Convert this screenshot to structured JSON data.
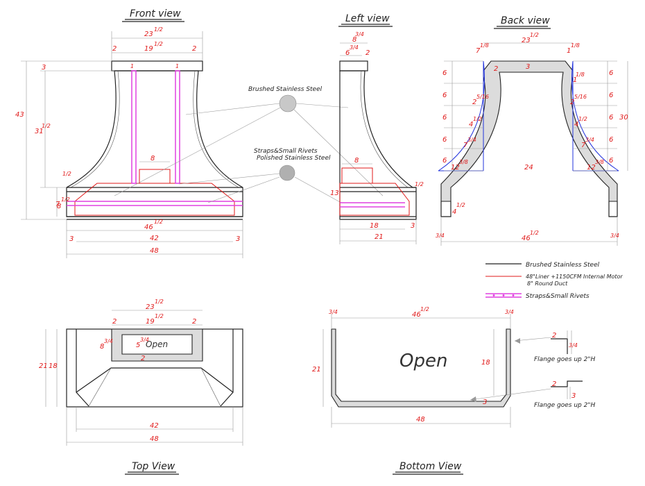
{
  "views": {
    "front": "Front view",
    "left": "Left view",
    "back": "Back view",
    "top": "Top View",
    "bottom": "Bottom View"
  },
  "callouts": {
    "brushed": "Brushed Stainless Steel",
    "straps_line1": "Straps&Small Rivets",
    "straps_line2": "Polished Stainless Steel",
    "flange1": "Flange goes up 2\"H",
    "flange2": "Flange goes up 2\"H"
  },
  "legend": {
    "black": "Brushed Stainless Steel",
    "red_line1": "48\"Liner +1150CFM Internal Motor",
    "red_line2": "8\" Round Duct",
    "magenta": "Straps&Small Rivets"
  },
  "openings": {
    "top": "Open",
    "bottom": "Open"
  },
  "dims": {
    "f_top_w": "23",
    "f_top_w_frac": "1/2",
    "f_neck_w": "19",
    "f_neck_w_frac": "1/2",
    "f_l2": "2",
    "f_r2": "2",
    "f_3": "3",
    "f_1a": "1",
    "f_1b": "1",
    "f_43": "43",
    "f_31": "31",
    "f_31_frac": "1/2",
    "f_8": "8",
    "f_half": "1/2",
    "f_8h": "8",
    "f_8h_frac": "1/2",
    "f_7": "7",
    "f_46": "46",
    "f_46_frac": "1/2",
    "f_3l": "3",
    "f_42": "42",
    "f_3r": "3",
    "f_48": "48",
    "l_8": "8",
    "l_8_frac": "3/4",
    "l_6": "6",
    "l_6_frac": "3/4",
    "l_2": "2",
    "l_8b": "8",
    "l_13": "13",
    "l_half": "1/2",
    "l_18": "18",
    "l_3": "3",
    "l_21": "21",
    "b_7": "7",
    "b_7_frac": "1/8",
    "b_23": "23",
    "b_23_frac": "1/2",
    "b_1": "1",
    "b_1_frac": "1/8",
    "b_2": "2",
    "b_3": "3",
    "b_6": "6",
    "b_2r": "2",
    "b_2r_frac": "5/16",
    "b_4": "4",
    "b_4_frac": "1/2",
    "b_7b": "7",
    "b_7b_frac": "3/4",
    "b_12": "12",
    "b_12_frac": "3/8",
    "b_24": "24",
    "b_30": "30",
    "b_4b": "4",
    "b_4b_frac": "1/2",
    "b_3q": "3/4",
    "b_46": "46",
    "b_46_frac": "1/2",
    "t_23": "23",
    "t_23_frac": "1/2",
    "t_19": "19",
    "t_19_frac": "1/2",
    "t_2": "2",
    "t_8": "8",
    "t_8_frac": "3/4",
    "t_5": "5",
    "t_5_frac": "3/4",
    "t_21": "21",
    "t_18": "18",
    "t_42": "42",
    "t_48": "48",
    "bt_3q": "3/4",
    "bt_46": "46",
    "bt_46_frac": "1/2",
    "bt_21": "21",
    "bt_18": "18",
    "bt_3": "3",
    "bt_48": "48",
    "fl_2": "2",
    "fl_3q": "3/4",
    "fl_3": "3"
  }
}
